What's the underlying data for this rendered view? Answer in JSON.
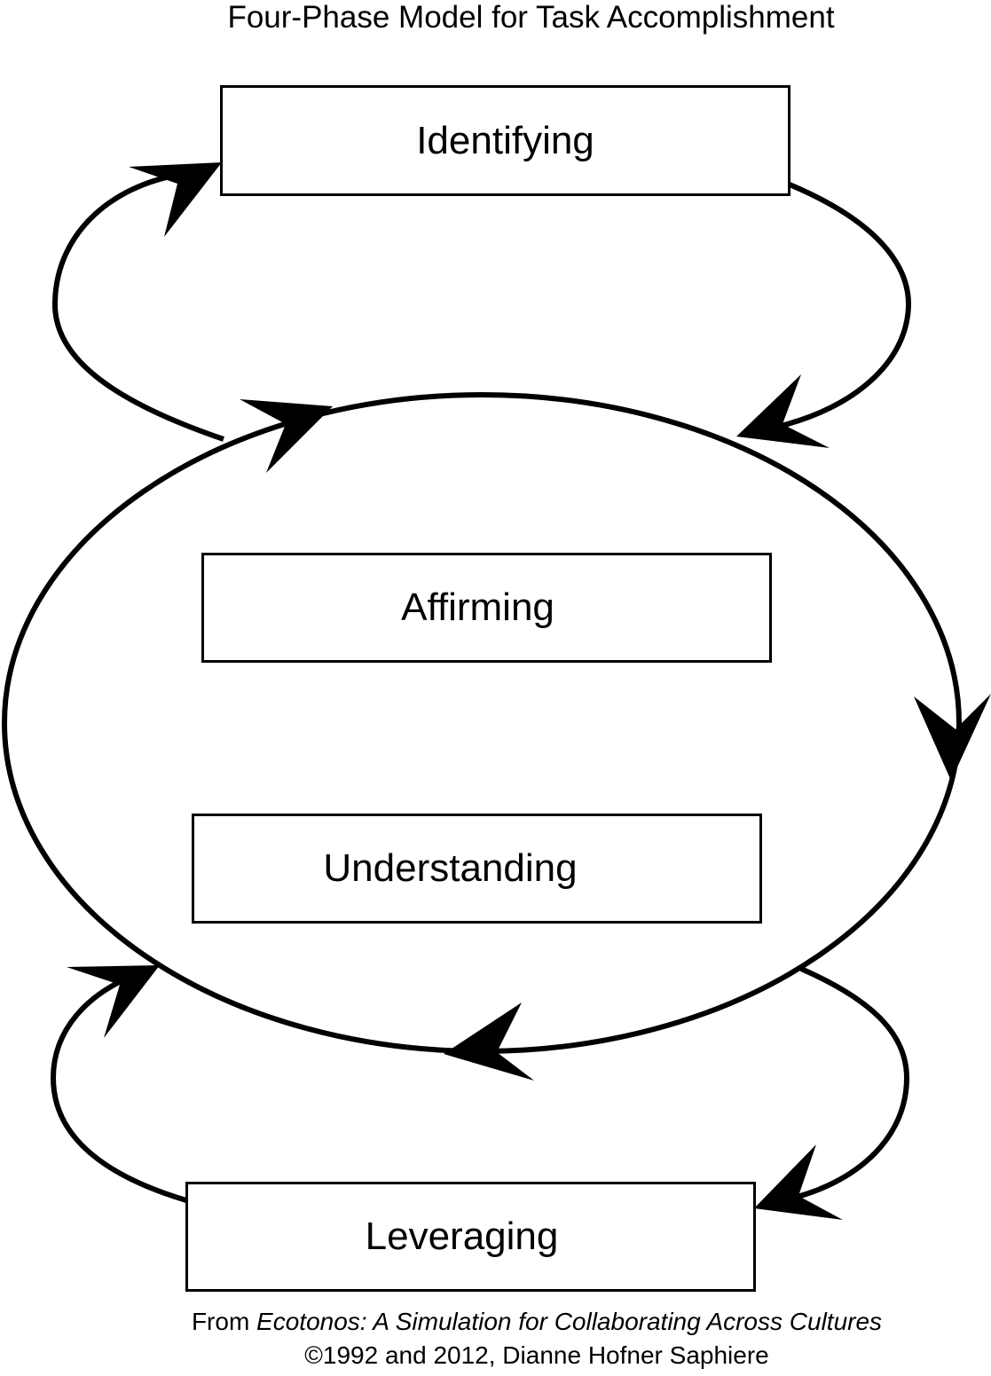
{
  "title": "Four-Phase Model for Task Accomplishment",
  "phases": {
    "identifying": "Identifying",
    "affirming": "Affirming",
    "understanding": "Understanding",
    "leveraging": "Leveraging"
  },
  "footer": {
    "prefix": "From ",
    "source_title": "Ecotonos: A Simulation for Collaborating Across Cultures",
    "copyright": "©1992 and 2012, Dianne Hofner Saphiere"
  },
  "colors": {
    "stroke": "#000000",
    "background": "#ffffff"
  }
}
